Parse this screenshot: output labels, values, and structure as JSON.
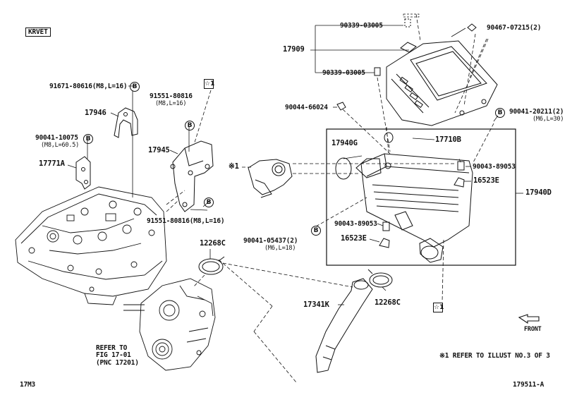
{
  "variant_box": "KRVET",
  "labels": {
    "p17946": "17946",
    "p91671": "91671-80616(M8,L=16)",
    "p91551a": "91551-80816",
    "p91551a_sub": "(M8,L=16)",
    "p91551b": "91551-80816(M8,L=16)",
    "p17945": "17945",
    "p90041_10075": "90041-10075",
    "p90041_10075_sub": "(M8,L=60.5)",
    "p17771a": "17771A",
    "p12268c_top": "12268C",
    "p12268c_bot": "12268C",
    "p17341k": "17341K",
    "p17909": "17909",
    "p90339_top": "90339-03005",
    "p90339_bot": "90339-03005",
    "p90467": "90467-07215(2)",
    "p90044": "90044-66024",
    "p90041_20211": "90041-20211(2)",
    "p90041_20211_sub": "(M6,L=30)",
    "p17940g": "17940G",
    "p17710b": "17710B",
    "p90043_r": "90043-89053",
    "p16523e_r": "16523E",
    "p17940d": "17940D",
    "p90043_l": "90043-89053",
    "p16523e_l": "16523E",
    "p90041_05437": "90041-05437(2)",
    "p90041_05437_sub": "(M6,L=18)",
    "note_mark": "※1",
    "star1": "☆1",
    "refer_line1": "REFER TO",
    "refer_line2": "FIG 17-01",
    "refer_line3": "(PNC 17201)",
    "front": "FRONT",
    "footnote": "※1  REFER TO ILLUST NO.3 OF 3",
    "code_left": "17M3",
    "code_right": "179511-A",
    "bolt_symbol": "B"
  },
  "icons": [
    "bolt-b-icon",
    "star-reference-icon",
    "front-arrow-icon"
  ]
}
